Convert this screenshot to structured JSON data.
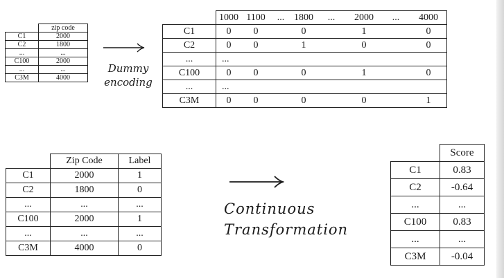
{
  "zip_table": {
    "header": "zip code",
    "rows": [
      [
        "C1",
        "2000"
      ],
      [
        "C2",
        "1800"
      ],
      [
        "...",
        "..."
      ],
      [
        "C100",
        "2000"
      ],
      [
        "...",
        "..."
      ],
      [
        "C3M",
        "4000"
      ]
    ]
  },
  "dummy_caption": [
    "Dummy",
    "encoding"
  ],
  "dummy_table": {
    "headers": [
      "1000",
      "1100",
      "...",
      "1800",
      "...",
      "2000",
      "...",
      "4000"
    ],
    "rows": [
      {
        "label": "C1",
        "cells": [
          "0",
          "0",
          "",
          "0",
          "",
          "1",
          "",
          "0"
        ]
      },
      {
        "label": "C2",
        "cells": [
          "0",
          "0",
          "",
          "1",
          "",
          "0",
          "",
          "0"
        ]
      },
      {
        "label": "...",
        "cells": [
          "..."
        ]
      },
      {
        "label": "C100",
        "cells": [
          "0",
          "0",
          "",
          "0",
          "",
          "1",
          "",
          "0"
        ]
      },
      {
        "label": "...",
        "cells": [
          "..."
        ]
      },
      {
        "label": "C3M",
        "cells": [
          "0",
          "0",
          "",
          "0",
          "",
          "0",
          "",
          "1"
        ]
      }
    ]
  },
  "label_table": {
    "headers": [
      "Zip Code",
      "Label"
    ],
    "rows": [
      [
        "C1",
        "2000",
        "1"
      ],
      [
        "C2",
        "1800",
        "0"
      ],
      [
        "...",
        "...",
        "..."
      ],
      [
        "C100",
        "2000",
        "1"
      ],
      [
        "...",
        "...",
        "..."
      ],
      [
        "C3M",
        "4000",
        "0"
      ]
    ]
  },
  "continuous_caption": [
    "Continuous",
    "Transformation"
  ],
  "score_table": {
    "header": "Score",
    "rows": [
      [
        "C1",
        "0.83"
      ],
      [
        "C2",
        "-0.64"
      ],
      [
        "...",
        "..."
      ],
      [
        "C100",
        "0.83"
      ],
      [
        "...",
        "..."
      ],
      [
        "C3M",
        "-0.04"
      ]
    ]
  }
}
